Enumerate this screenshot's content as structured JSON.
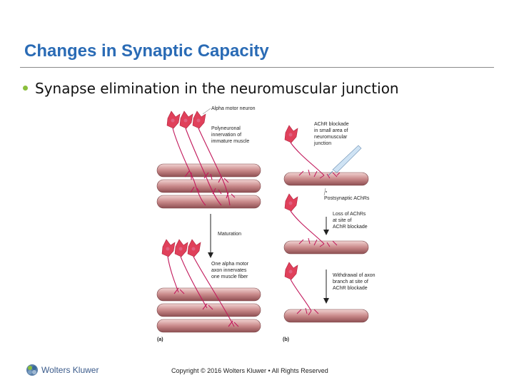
{
  "slide": {
    "title": "Changes in Synaptic Capacity",
    "bullet": "Synapse elimination in the neuromuscular junction"
  },
  "figure": {
    "labels": {
      "alpha_motor_neuron": "Alpha motor neuron",
      "poly_1": "Polyneuronal",
      "poly_2": "innervation of",
      "poly_3": "immature muscle",
      "maturation": "Maturation",
      "one_1": "One alpha motor",
      "one_2": "axon innervates",
      "one_3": "one muscle fiber",
      "achr_1": "AChR blockade",
      "achr_2": "in small area of",
      "achr_3": "neuromuscular",
      "achr_4": "junction",
      "postsyn": "Postsynaptic AChRs",
      "loss_1": "Loss of AChRs",
      "loss_2": "at site of",
      "loss_3": "AChR blockade",
      "withdraw_1": "Withdrawal of axon",
      "withdraw_2": "branch at site of",
      "withdraw_3": "AChR blockade",
      "panel_a": "(a)",
      "panel_b": "(b)"
    }
  },
  "footer": {
    "logo_text": "Wolters Kluwer",
    "copyright": "Copyright © 2016 Wolters Kluwer • All Rights Reserved"
  },
  "colors": {
    "title": "#2a6bb5",
    "bullet": "#8bbf3c",
    "muscle": "#c98a8a",
    "neuron": "#e0405a",
    "axon": "#c2185b"
  }
}
